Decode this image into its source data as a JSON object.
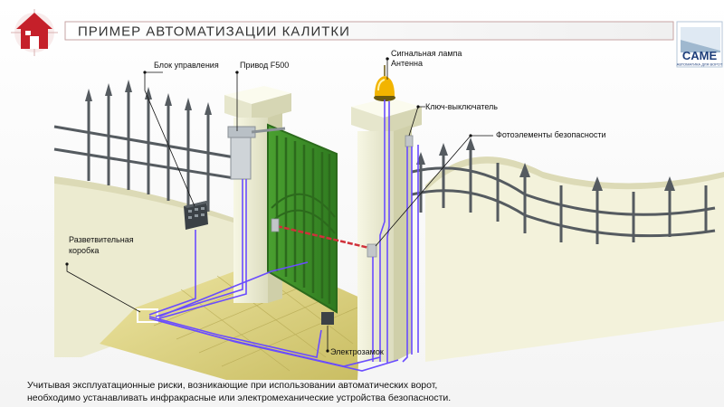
{
  "header": {
    "title": "ПРИМЕР АВТОМАТИЗАЦИИ КАЛИТКИ"
  },
  "logo": {
    "brand": "CAME",
    "tagline": "АВТОМАТИКА ДЛЯ ВОРОТ"
  },
  "labels": {
    "control_unit": "Блок управления",
    "drive": "Привод F500",
    "signal_lamp": "Сигнальная лампа",
    "antenna": "Антенна",
    "key_switch": "Ключ-выключатель",
    "photocells": "Фотоэлементы безопасности",
    "junction_box_line1": "Разветвительная",
    "junction_box_line2": "коробка",
    "electrolock": "Электрозамок"
  },
  "caption": {
    "line1": "Учитывая эксплуатационные  риски, возникающие при использовании автоматических ворот,",
    "line2": "необходимо устанавливать инфракрасные или электромеханические устройства безопасности."
  },
  "colors": {
    "wire": "#6a4cff",
    "gate": "#3f8f2a",
    "gate_dark": "#2c6a1c",
    "beam": "#d0303a",
    "lamp": "#f2b400",
    "wall": "#f1f1d8",
    "fence": "#555b60",
    "paving": "#d8cf7a",
    "house_icon": "#c5202a"
  }
}
